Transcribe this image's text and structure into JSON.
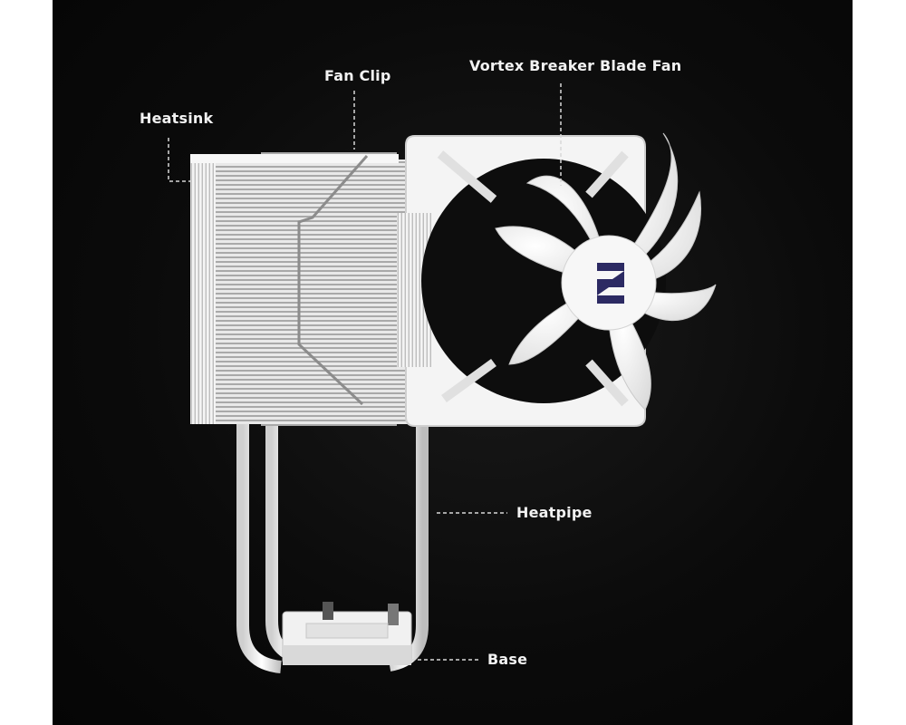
{
  "labels": {
    "heatsink": "Heatsink",
    "fan_clip": "Fan Clip",
    "fan": "Vortex Breaker Blade Fan",
    "heatpipe": "Heatpipe",
    "base": "Base"
  },
  "colors": {
    "background": "#0b0b0b",
    "part_white": "#f3f3f3",
    "fin_shadow": "#b9b9b9",
    "logo": "#2c2a63",
    "leader": "#d8d8d8"
  }
}
